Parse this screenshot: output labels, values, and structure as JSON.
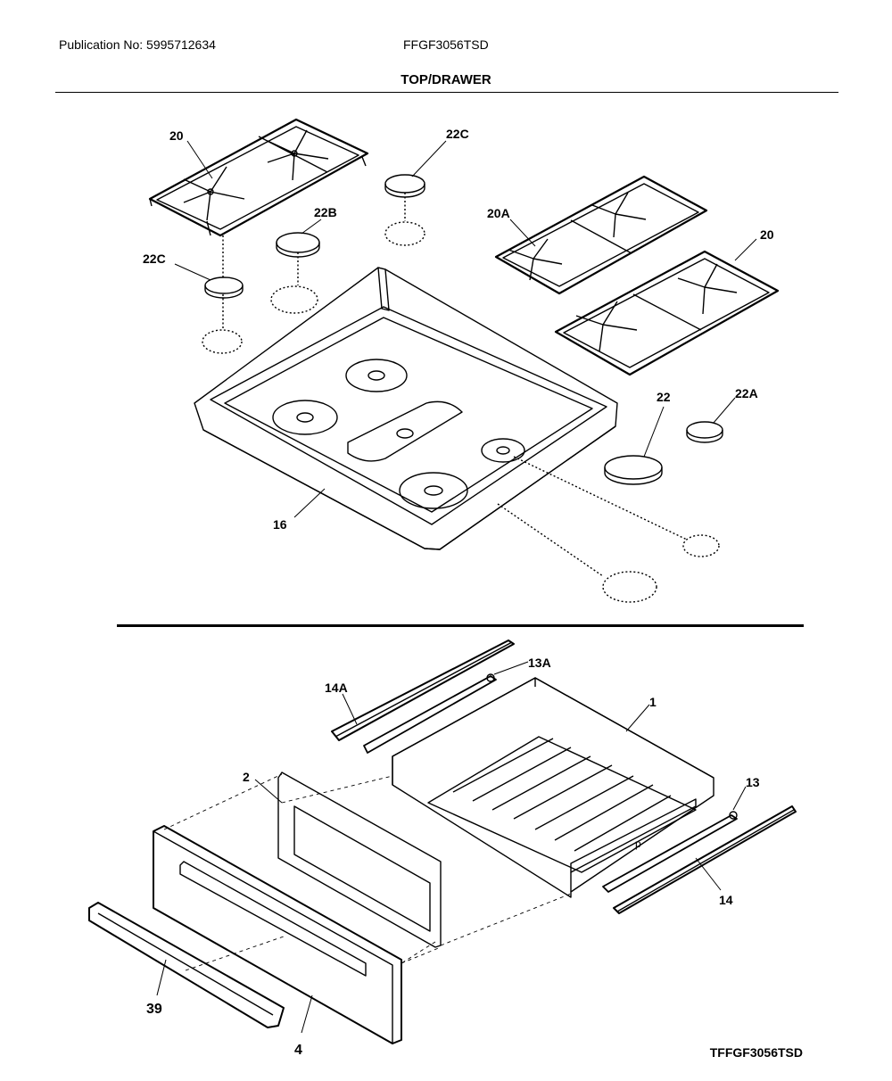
{
  "header": {
    "publication": "Publication No: 5995712634",
    "model": "FFGF3056TSD",
    "section_title": "TOP/DRAWER"
  },
  "callouts": {
    "grate_left": "20",
    "cap_22c_top": "22C",
    "cap_22b": "22B",
    "cap_22c_left": "22C",
    "grate_middle": "20A",
    "grate_right": "20",
    "cap_22": "22",
    "cap_22a": "22A",
    "cooktop": "16",
    "slide_13a": "13A",
    "slide_14a": "14A",
    "drawer_body": "1",
    "drawer_liner": "2",
    "slide_13": "13",
    "slide_14": "14",
    "handle": "39",
    "drawer_front": "4"
  },
  "footer": {
    "code": "TFFGF3056TSD"
  }
}
